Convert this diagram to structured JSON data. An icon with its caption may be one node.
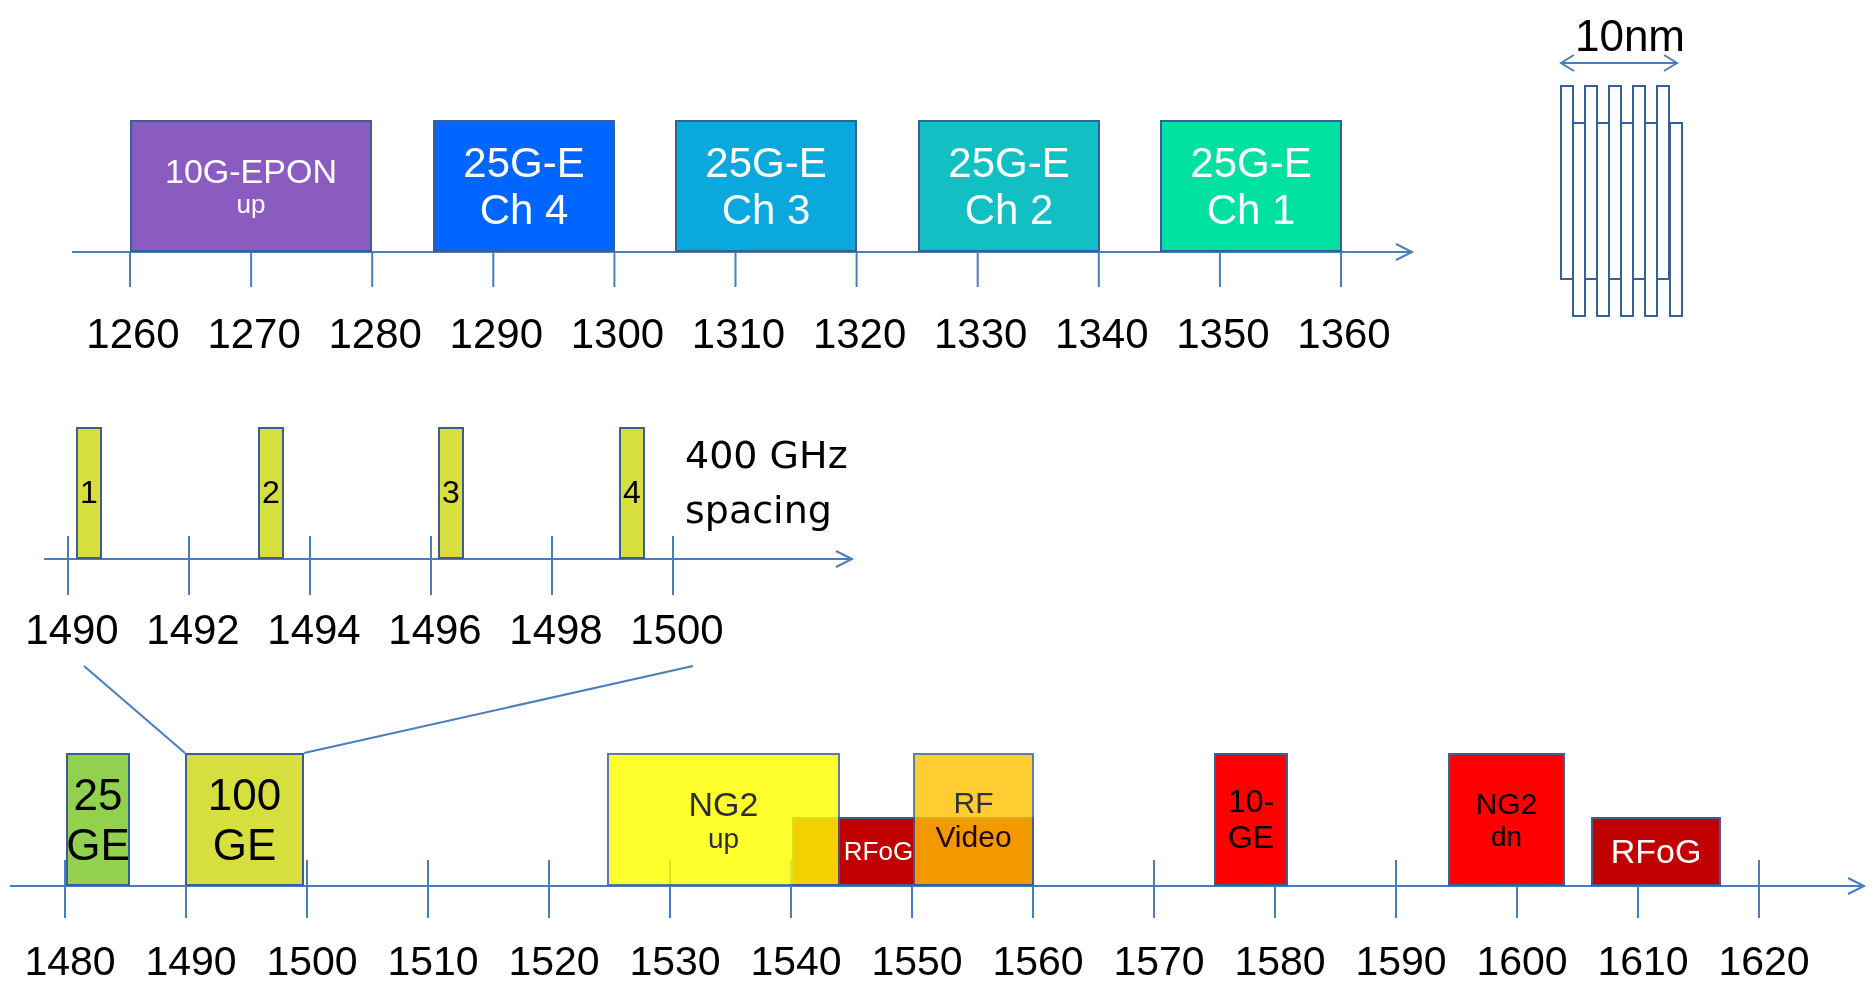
{
  "diagram": {
    "nodes": [
      {
        "text": [
          "10G-EPON",
          "up"
        ]
      },
      {
        "text": [
          "25G-E Ch 4"
        ]
      },
      {
        "text": [
          "25G-E Ch 3"
        ]
      },
      {
        "text": [
          "25G-E Ch 2"
        ]
      },
      {
        "text": [
          "25G-E Ch 1"
        ]
      },
      {
        "text": [
          "1"
        ]
      },
      {
        "text": [
          "2"
        ]
      },
      {
        "text": [
          "3"
        ]
      },
      {
        "text": [
          "4"
        ]
      },
      {
        "text": [
          "25 GE"
        ]
      },
      {
        "text": [
          "100 GE"
        ]
      },
      {
        "text": [
          "NG2",
          "up"
        ]
      },
      {
        "text": [
          "RFoG"
        ]
      },
      {
        "text": [
          "RF Video"
        ]
      },
      {
        "text": [
          "10-GE"
        ]
      },
      {
        "text": [
          "NG2",
          "dn"
        ]
      },
      {
        "text": [
          "RFoG"
        ]
      }
    ],
    "edges": [
      {
        "from": 10,
        "to": null,
        "arrow": "none"
      },
      {
        "from": 10,
        "to": null,
        "arrow": "none"
      }
    ],
    "labels": [
      "10nm",
      "1260",
      "1270",
      "1280",
      "1290",
      "1300",
      "1310",
      "1320",
      "1330",
      "1340",
      "1350",
      "1360",
      "400 GHz spacing",
      "1490",
      "1492",
      "1494",
      "1496",
      "1498",
      "1500",
      "1480",
      "1490",
      "1500",
      "1510",
      "1520",
      "1530",
      "1540",
      "1550",
      "1560",
      "1570",
      "1580",
      "1590",
      "1600",
      "1610",
      "1620"
    ]
  }
}
